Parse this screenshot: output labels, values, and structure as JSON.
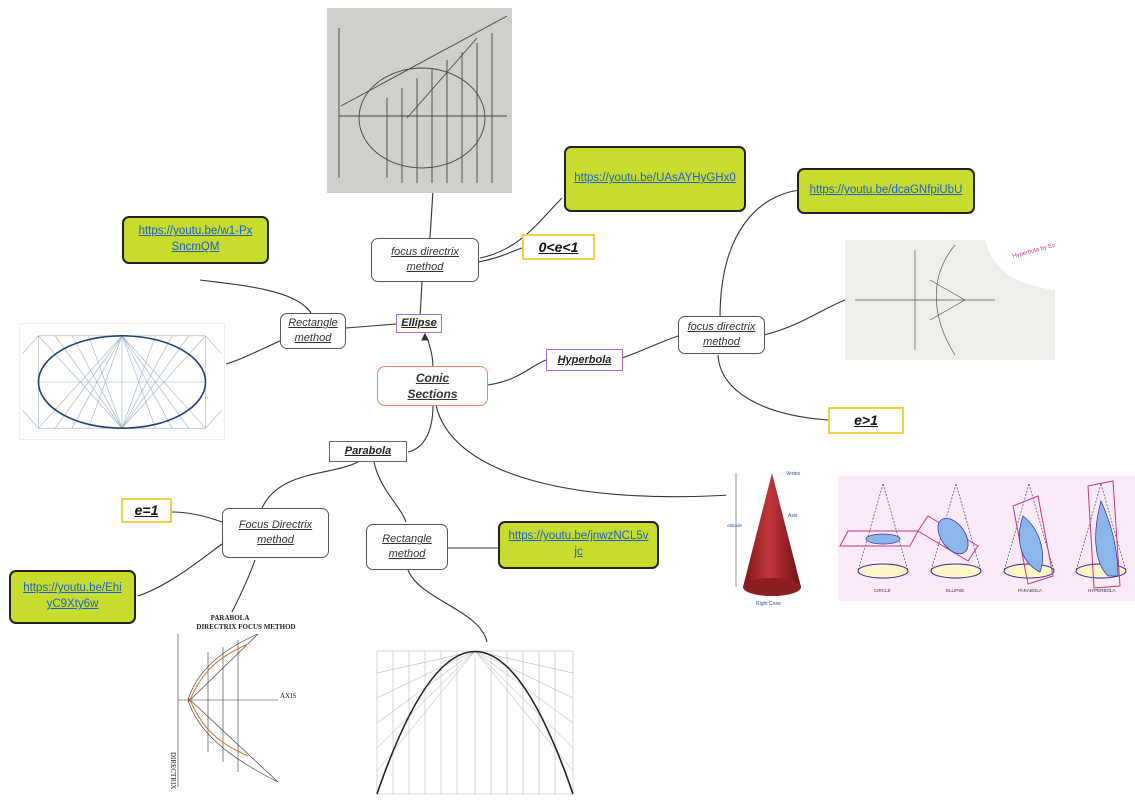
{
  "center": "Conic Sections",
  "ellipse": {
    "label": "Ellipse",
    "focus_method": "focus directrix method",
    "rect_method": "Rectangle method",
    "eccentricity": "0<e<1",
    "link_focus": "https://youtu.be/UAsAYHyGHx0",
    "link_rect": "https://youtu.be/w1-PxSncmQM"
  },
  "hyperbola": {
    "label": "Hyperbola",
    "focus_method": "focus directrix method",
    "eccentricity": "e>1",
    "link_focus": "https://youtu.be/dcaGNfpiUbU"
  },
  "parabola": {
    "label": "Parabola",
    "focus_method": "Focus Directrix method",
    "rect_method": "Rectangle method",
    "eccentricity": "e=1",
    "link_focus": "https://youtu.be/EhiyC9Xty6w",
    "link_rect": "https://youtu.be/jnwzNCL5vjc"
  },
  "images": {
    "parabola_title": "PARABOLA",
    "parabola_subtitle": "DIRECTRIX FOCUS METHOD",
    "parabola_axis": "AXIS",
    "directrix_label": "DIRECTRIX",
    "cone_vertex": "Vertex",
    "cone_axis": "Axis",
    "cone_altitude": "Altitude",
    "cone_base": "Right Cone",
    "sections": [
      "CIRCLE",
      "ELLIPSE",
      "PARABOLA",
      "HYPERBOLA"
    ],
    "hyp_note": "Hyperbola by Eccentricity Method"
  },
  "colors": {
    "link_bg": "#c7dc2d",
    "center_border": "#e0876a",
    "tag_border": "#a86bd0",
    "ecc_border": "#f0d24a",
    "link_text": "#1a5fc9"
  }
}
